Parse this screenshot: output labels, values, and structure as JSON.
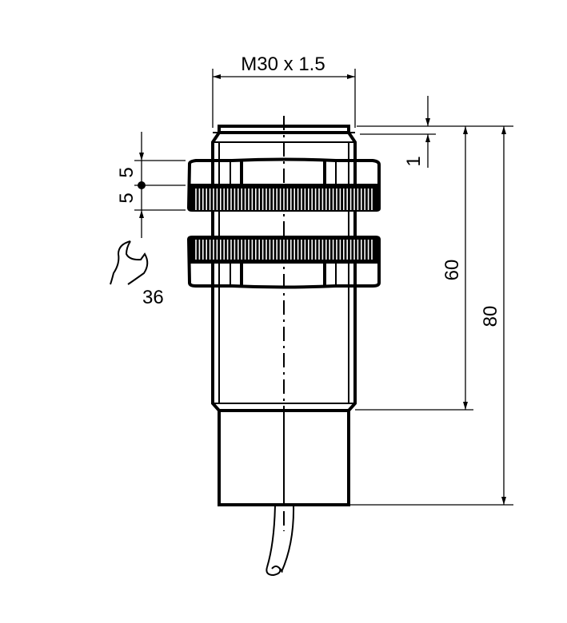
{
  "drawing": {
    "thread_label": "M30 x 1.5",
    "dim_offset": "1",
    "dim_thread_length": "60",
    "dim_total_length": "80",
    "dim_nut_upper": "5",
    "dim_nut_lower": "5",
    "wrench_size": "36",
    "wrench_icon": "wrench-icon"
  }
}
